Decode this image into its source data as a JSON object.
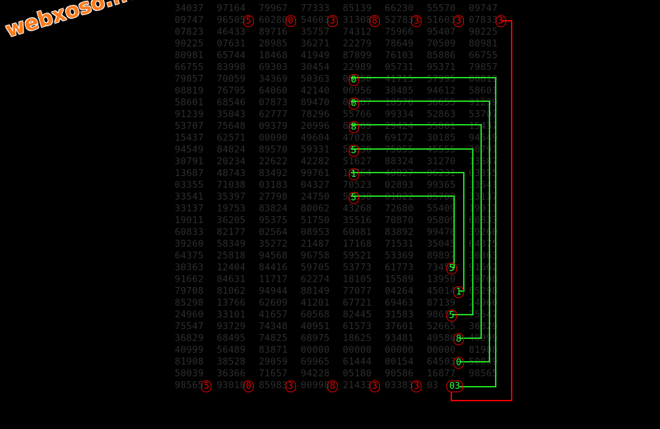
{
  "logo": {
    "text": "webxoso.net"
  },
  "grid_rows": [
    "34037 97164 79967 77333 85139 66230 55570 09747",
    "09747 96505 60280 54603 31308 52783 51603 07833",
    "07823 46433 89716 35757 74312 75966 95407 90225",
    "90225 07631 28985 36271 22279 78649 70509 80981",
    "80981 65744 18468 41949 87899 76103 85886 66755",
    "66755 83998 69303 30454 22989 05731 95371 79857",
    "79857 70059 34369 50363 00750 41715 57995 08819",
    "08819 76795 64060 42140 00956 38485 94612 58601",
    "58601 68546 07873 89470 00787 18570 36655 91239",
    "91239 35043 62777 78296 55766 99334 52863 53707",
    "53707 75648 09379 20996 88609 29424 55801 15437",
    "15437 62571 00090 49604 47028 69172 30185 94549",
    "94549 84824 89570 59331 55238 75055 45555 30791",
    "30791 20234 22622 42282 51627 88324 31270 13687",
    "13687 48743 83492 99761 10764 40827 06231 03355",
    "03355 71038 03183 04327 70523 02893 99365 33541",
    "33541 35397 27798 24750 53538 01822 85700 33137",
    "33137 19753 83824 80062 43268 72680 55409 19011",
    "19011 36205 95375 51750 35516 70870 95809 60833",
    "60833 82177 02564 08953 60081 83892 99470 39260",
    "39260 58349 35272 21487 17168 71531 35045 64375",
    "64375 25818 94568 96758 59521 53369 89897 30363",
    "30363 12404 84416 59705 53773 61773 73456 91662",
    "91662 84631 11717 62274 18105 15589 13950 79708",
    "79708 81062 94944 88149 77077 04264 45014 85298",
    "85298 13766 62609 41201 67721 69463 87139 24960",
    "24960 33101 41657 60568 82445 31583 98657 75547",
    "75547 93729 74348 40951 61573 37601 52665 36829",
    "36829 68495 74825 68975 18625 93481 49586 40999",
    "40999 56489 83871 00000 00000 00000 00000 81908",
    "81908 38528 29059 69965 61444 00154 64503 50039",
    "50039 36366 71657 94228 05180 90586 16877 98565",
    "98565 93010 85983 00998 21433 03383 03"
  ],
  "marks": [
    {
      "digit": "5",
      "row": 1,
      "col": 10,
      "color": "#e00"
    },
    {
      "digit": "0",
      "row": 1,
      "col": 16,
      "color": "#e00"
    },
    {
      "digit": "3",
      "row": 1,
      "col": 22,
      "color": "#e00"
    },
    {
      "digit": "8",
      "row": 1,
      "col": 28,
      "color": "#e00"
    },
    {
      "digit": "3",
      "row": 1,
      "col": 34,
      "color": "#e00"
    },
    {
      "digit": "3",
      "row": 1,
      "col": 40,
      "color": "#e00"
    },
    {
      "digit": "3",
      "row": 1,
      "col": 46,
      "color": "#e00"
    },
    {
      "digit": "0",
      "row": 6,
      "col": 25,
      "color": "#3f3"
    },
    {
      "digit": "0",
      "row": 8,
      "col": 25,
      "color": "#3f3"
    },
    {
      "digit": "8",
      "row": 10,
      "col": 25,
      "color": "#3f3"
    },
    {
      "digit": "5",
      "row": 12,
      "col": 25,
      "color": "#3f3"
    },
    {
      "digit": "1",
      "row": 14,
      "col": 25,
      "color": "#3f3"
    },
    {
      "digit": "5",
      "row": 16,
      "col": 25,
      "color": "#3f3"
    },
    {
      "digit": "5",
      "row": 22,
      "col": 39,
      "color": "#3f3"
    },
    {
      "digit": "1",
      "row": 24,
      "col": 40,
      "color": "#3f3"
    },
    {
      "digit": "5",
      "row": 26,
      "col": 39,
      "color": "#3f3"
    },
    {
      "digit": "8",
      "row": 28,
      "col": 40,
      "color": "#3f3"
    },
    {
      "digit": "0",
      "row": 30,
      "col": 40,
      "color": "#3f3"
    },
    {
      "digit": "03",
      "row": 32,
      "col": 39,
      "color": "#3f3"
    },
    {
      "digit": "5",
      "row": 32,
      "col": 4,
      "color": "#e00"
    },
    {
      "digit": "0",
      "row": 32,
      "col": 10,
      "color": "#e00"
    },
    {
      "digit": "3",
      "row": 32,
      "col": 16,
      "color": "#e00"
    },
    {
      "digit": "8",
      "row": 32,
      "col": 22,
      "color": "#e00"
    },
    {
      "digit": "3",
      "row": 32,
      "col": 28,
      "color": "#e00"
    },
    {
      "digit": "3",
      "row": 32,
      "col": 34,
      "color": "#e00"
    }
  ]
}
